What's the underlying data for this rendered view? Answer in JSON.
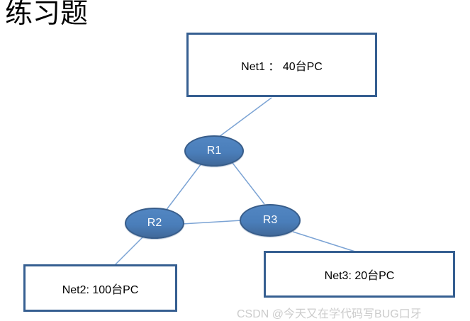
{
  "title": "练习题",
  "watermark": "CSDN @今天又在学代码写BUG口牙",
  "diagram": {
    "networks": [
      {
        "id": "net1",
        "label": "Net1 ： 40台PC"
      },
      {
        "id": "net2",
        "label": "Net2: 100台PC"
      },
      {
        "id": "net3",
        "label": "Net3: 20台PC"
      }
    ],
    "routers": [
      {
        "id": "r1",
        "label": "R1"
      },
      {
        "id": "r2",
        "label": "R2"
      },
      {
        "id": "r3",
        "label": "R3"
      }
    ],
    "edges": [
      {
        "from": "Net1",
        "to": "R1"
      },
      {
        "from": "R1",
        "to": "R2"
      },
      {
        "from": "R1",
        "to": "R3"
      },
      {
        "from": "R2",
        "to": "R3"
      },
      {
        "from": "R2",
        "to": "Net2"
      },
      {
        "from": "R3",
        "to": "Net3"
      }
    ],
    "colors": {
      "router_fill": "#4a7eba",
      "router_border": "#385d8a",
      "box_border": "#365f91",
      "connector": "#7ba3d4",
      "watermark_text": "#cccccc",
      "text": "#000000",
      "router_text": "#ffffff"
    }
  }
}
